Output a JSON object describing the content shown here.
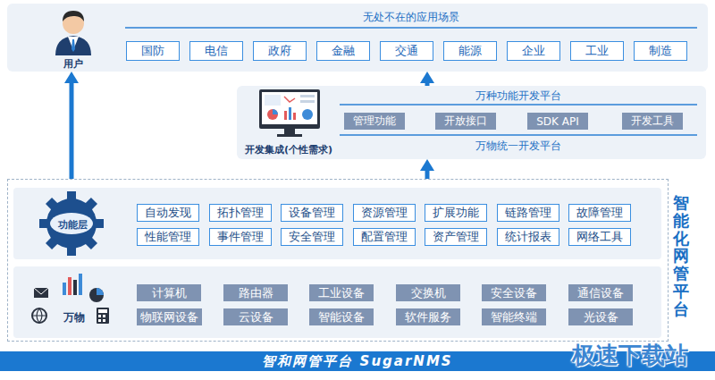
{
  "diagram": {
    "nodes": [
      {
        "text": [
          "用户",
          "无处不在的应用场景"
        ]
      },
      {
        "text": [
          "国防"
        ],
        "in": 0
      },
      {
        "text": [
          "电信"
        ],
        "in": 0
      },
      {
        "text": [
          "政府"
        ],
        "in": 0
      },
      {
        "text": [
          "金融"
        ],
        "in": 0
      },
      {
        "text": [
          "交通"
        ],
        "in": 0
      },
      {
        "text": [
          "能源"
        ],
        "in": 0
      },
      {
        "text": [
          "企业"
        ],
        "in": 0
      },
      {
        "text": [
          "工业"
        ],
        "in": 0
      },
      {
        "text": [
          "制造"
        ],
        "in": 0
      },
      {
        "text": [
          "开发集成(个性需求)",
          "万种功能开发平台",
          "万物统一开发平台"
        ]
      },
      {
        "text": [
          "管理功能"
        ],
        "in": 10
      },
      {
        "text": [
          "开放接口"
        ],
        "in": 10
      },
      {
        "text": [
          "SDK API"
        ],
        "in": 10
      },
      {
        "text": [
          "开发工具"
        ],
        "in": 10
      },
      {
        "text": [
          "智能化网管平台"
        ]
      },
      {
        "text": [
          "功能层"
        ],
        "in": 15
      },
      {
        "text": [
          "自动发现"
        ],
        "in": 16
      },
      {
        "text": [
          "拓扑管理"
        ],
        "in": 16
      },
      {
        "text": [
          "设备管理"
        ],
        "in": 16
      },
      {
        "text": [
          "资源管理"
        ],
        "in": 16
      },
      {
        "text": [
          "扩展功能"
        ],
        "in": 16
      },
      {
        "text": [
          "链路管理"
        ],
        "in": 16
      },
      {
        "text": [
          "故障管理"
        ],
        "in": 16
      },
      {
        "text": [
          "性能管理"
        ],
        "in": 16
      },
      {
        "text": [
          "事件管理"
        ],
        "in": 16
      },
      {
        "text": [
          "安全管理"
        ],
        "in": 16
      },
      {
        "text": [
          "配置管理"
        ],
        "in": 16
      },
      {
        "text": [
          "资产管理"
        ],
        "in": 16
      },
      {
        "text": [
          "统计报表"
        ],
        "in": 16
      },
      {
        "text": [
          "网络工具"
        ],
        "in": 16
      },
      {
        "text": [
          "万物"
        ],
        "in": 15
      },
      {
        "text": [
          "计算机"
        ],
        "in": 31
      },
      {
        "text": [
          "路由器"
        ],
        "in": 31
      },
      {
        "text": [
          "工业设备"
        ],
        "in": 31
      },
      {
        "text": [
          "交换机"
        ],
        "in": 31
      },
      {
        "text": [
          "安全设备"
        ],
        "in": 31
      },
      {
        "text": [
          "通信设备"
        ],
        "in": 31
      },
      {
        "text": [
          "物联网设备"
        ],
        "in": 31
      },
      {
        "text": [
          "云设备"
        ],
        "in": 31
      },
      {
        "text": [
          "智能设备"
        ],
        "in": 31
      },
      {
        "text": [
          "软件服务"
        ],
        "in": 31
      },
      {
        "text": [
          "智能终端"
        ],
        "in": 31
      },
      {
        "text": [
          "光设备"
        ],
        "in": 31
      },
      {
        "text": [
          "智和网管平台 SugarNMS"
        ]
      }
    ],
    "edges": [
      {
        "from": 15,
        "to": 10,
        "arrow": "to"
      },
      {
        "from": 10,
        "to": 0,
        "arrow": "to"
      },
      {
        "from": 15,
        "to": 0,
        "arrow": "to"
      }
    ],
    "labels": [
      "极速下载站"
    ]
  }
}
